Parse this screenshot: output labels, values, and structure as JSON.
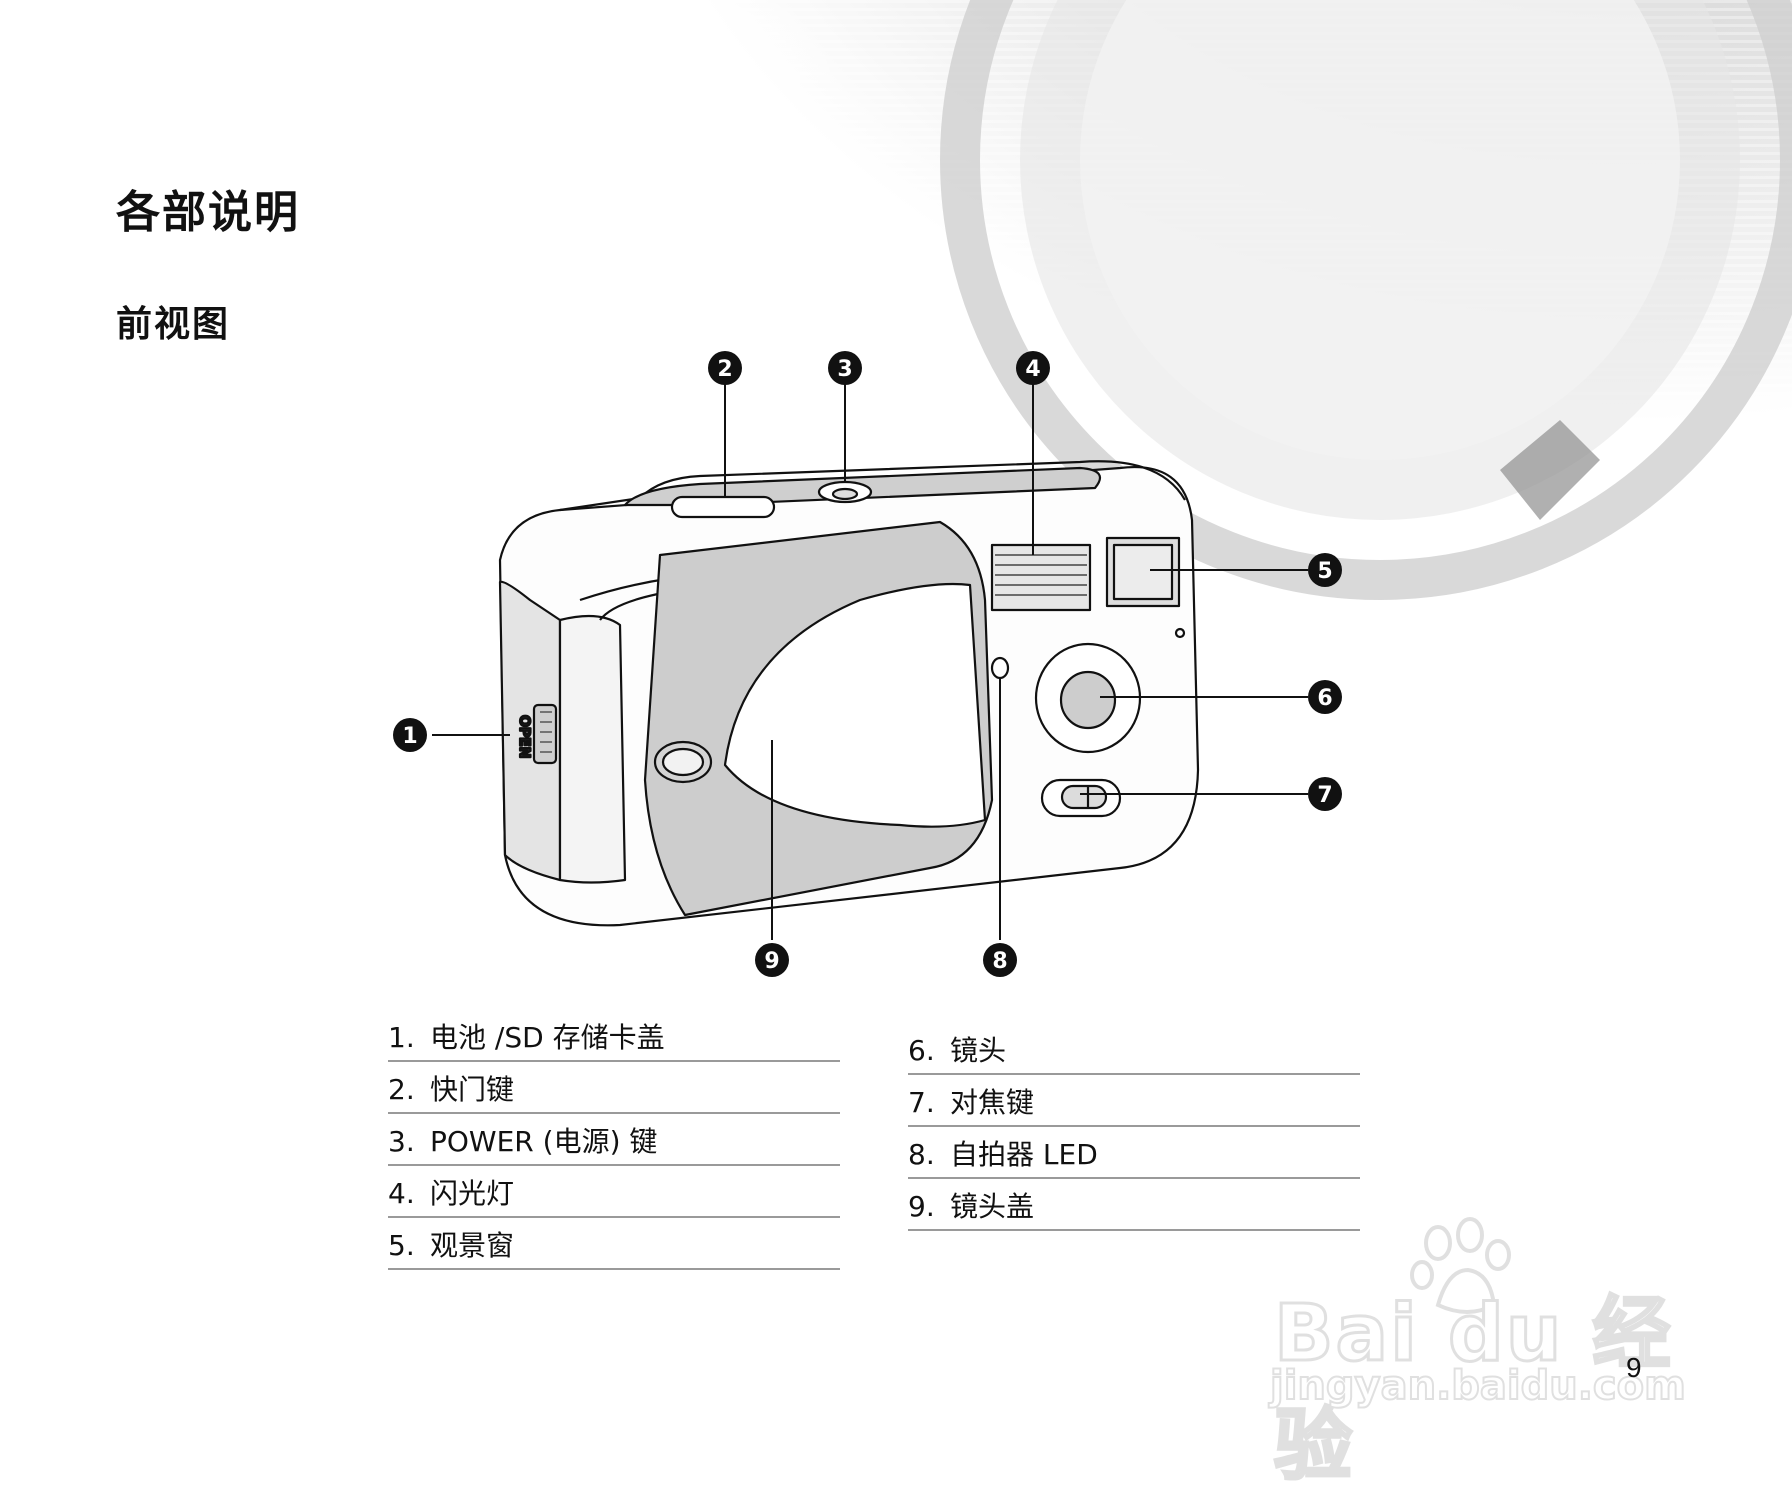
{
  "heading": "各部说明",
  "subheading": "前视图",
  "callouts": [
    "1",
    "2",
    "3",
    "4",
    "5",
    "6",
    "7",
    "8",
    "9"
  ],
  "camera_side_label": "OPEN",
  "parts_left": [
    {
      "num": "1.",
      "label": "电池 /SD 存储卡盖"
    },
    {
      "num": "2.",
      "label": "快门键"
    },
    {
      "num": "3.",
      "label": "POWER (电源) 键"
    },
    {
      "num": "4.",
      "label": "闪光灯"
    },
    {
      "num": "5.",
      "label": "观景窗"
    }
  ],
  "parts_right": [
    {
      "num": "6.",
      "label": "镜头"
    },
    {
      "num": "7.",
      "label": "对焦键"
    },
    {
      "num": "8.",
      "label": "自拍器 LED"
    },
    {
      "num": "9.",
      "label": "镜头盖"
    }
  ],
  "page_number": "9",
  "watermark": {
    "brand": "Bai du 经验",
    "url": "jingyan.baidu.com"
  }
}
